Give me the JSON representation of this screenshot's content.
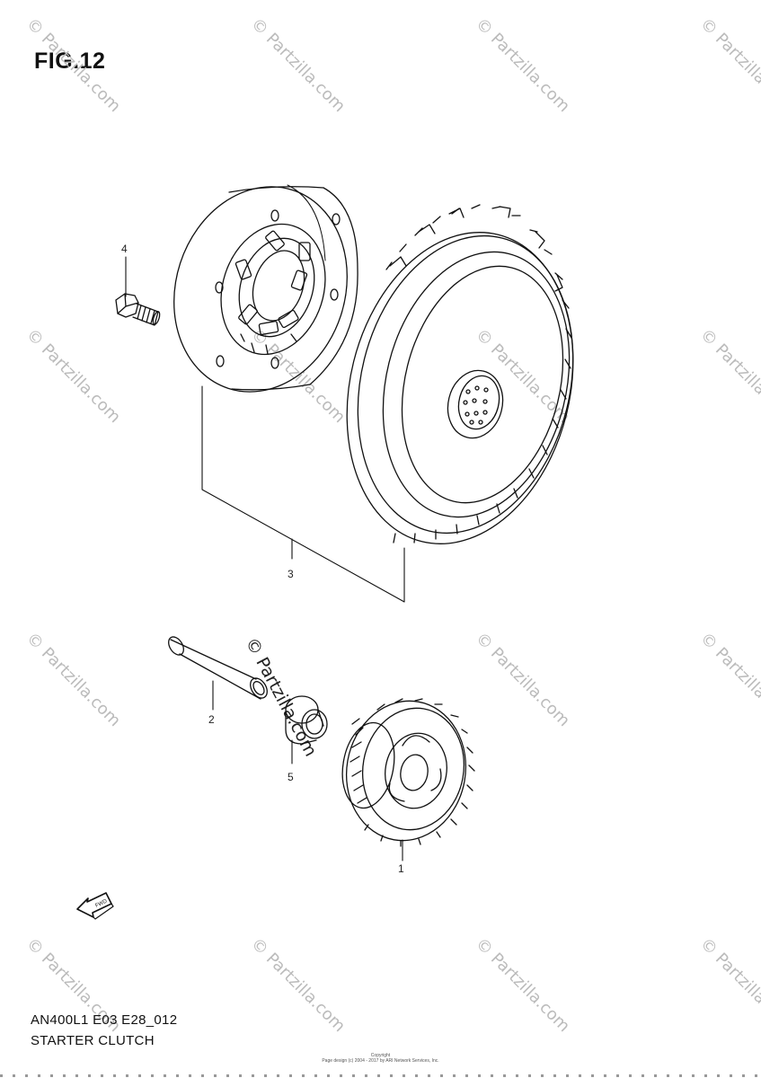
{
  "figure_title": "FIG.12",
  "watermark_text": "© Partzilla.com",
  "center_watermark": "© Partzilla.com",
  "callouts": {
    "c1": "1",
    "c2": "2",
    "c3": "3",
    "c4": "4",
    "c5": "5"
  },
  "fwd_label": "FWD",
  "footer": {
    "code": "AN400L1 E03 E28_012",
    "name": "STARTER CLUTCH"
  },
  "copyright": {
    "line1": "Copyright",
    "line2": "Page design (c) 2004 - 2017 by ARI Network Services, Inc."
  },
  "colors": {
    "ink": "#111111",
    "watermark": "#bbbbbb"
  }
}
